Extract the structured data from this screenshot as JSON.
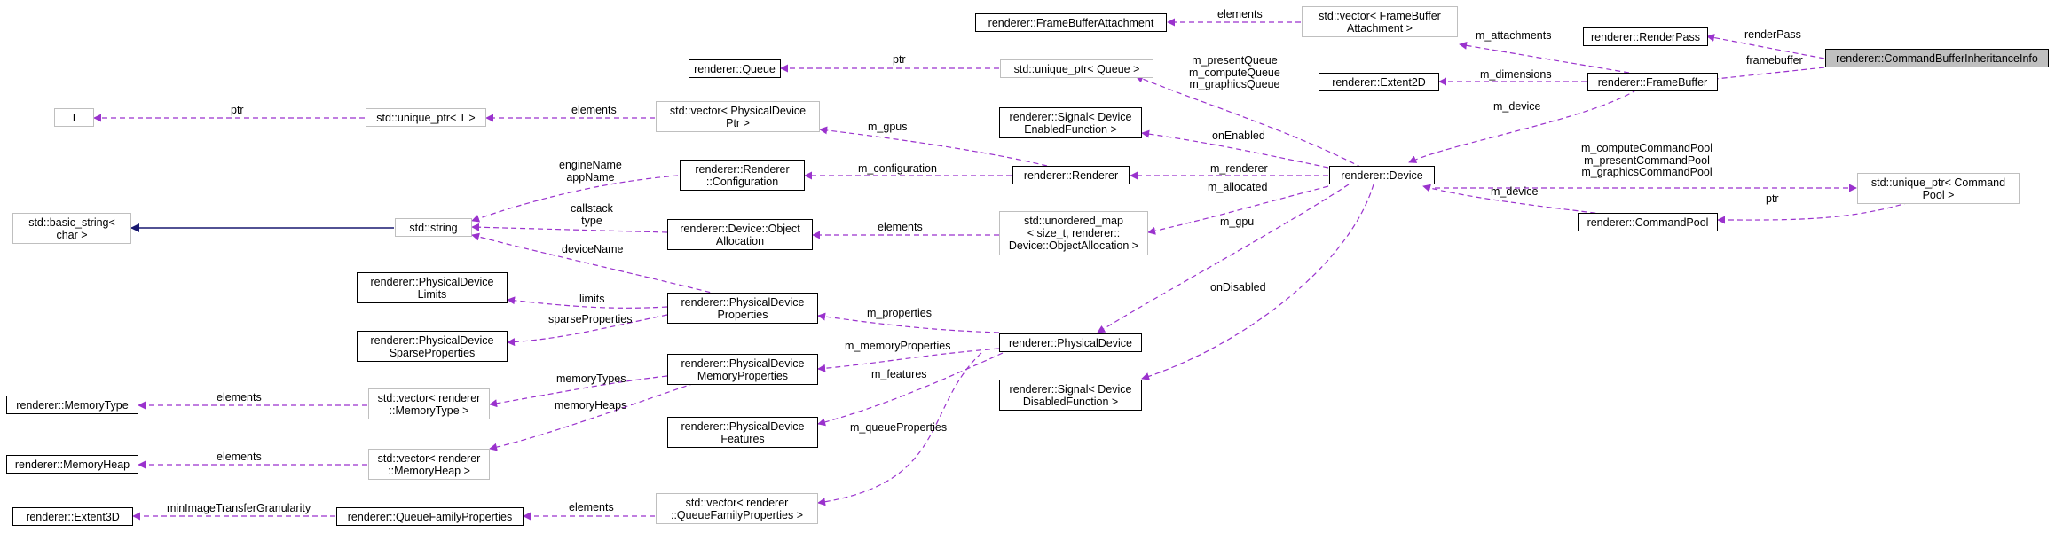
{
  "colors": {
    "usage_edge": "#9a32cd",
    "inherit_edge": "#191970",
    "external_border": "#bfbfbf",
    "focus_fill": "#bfbfbf"
  },
  "nodes": {
    "cbii": "renderer::CommandBufferInheritanceInfo",
    "renderpass": "renderer::RenderPass",
    "framebuffer": "renderer::FrameBuffer",
    "extent2d": "renderer::Extent2D",
    "fba": "renderer::FrameBufferAttachment",
    "vec_fba": "std::vector< FrameBuffer\nAttachment >",
    "queue": "renderer::Queue",
    "up_queue": "std::unique_ptr< Queue >",
    "device": "renderer::Device",
    "sig_enabled": "renderer::Signal< Device\nEnabledFunction >",
    "sig_disabled": "renderer::Signal< Device\nDisabledFunction >",
    "renderer": "renderer::Renderer",
    "config": "renderer::Renderer\n::Configuration",
    "obj_alloc": "renderer::Device::Object\nAllocation",
    "umap": "std::unordered_map\n< size_t, renderer::\nDevice::ObjectAllocation >",
    "cmdpool": "renderer::CommandPool",
    "up_cmdpool": "std::unique_ptr< Command\nPool >",
    "physdev": "renderer::PhysicalDevice",
    "pd_props": "renderer::PhysicalDevice\nProperties",
    "pd_memprops": "renderer::PhysicalDevice\nMemoryProperties",
    "pd_features": "renderer::PhysicalDevice\nFeatures",
    "pd_limits": "renderer::PhysicalDevice\nLimits",
    "pd_sparse": "renderer::PhysicalDevice\nSparseProperties",
    "vec_pdptr": "std::vector< PhysicalDevice\nPtr >",
    "up_t": "std::unique_ptr< T >",
    "t": "T",
    "stdstring": "std::string",
    "basic_string": "std::basic_string<\nchar >",
    "vec_memtype": "std::vector< renderer\n::MemoryType >",
    "vec_memheap": "std::vector< renderer\n::MemoryHeap >",
    "memtype": "renderer::MemoryType",
    "memheap": "renderer::MemoryHeap",
    "qfp": "renderer::QueueFamilyProperties",
    "vec_qfp": "std::vector< renderer\n::QueueFamilyProperties >",
    "extent3d": "renderer::Extent3D"
  },
  "edges": {
    "renderPass": "renderPass",
    "framebuffer": "framebuffer",
    "m_attachments": "m_attachments",
    "elements_fba": "elements",
    "m_dimensions": "m_dimensions",
    "m_device_fb": "m_device",
    "m_device_cp": "m_device",
    "ptr_queue": "ptr",
    "queues": "m_presentQueue\nm_computeQueue\nm_graphicsQueue",
    "onEnabled": "onEnabled",
    "onDisabled": "onDisabled",
    "m_renderer": "m_renderer",
    "m_allocated": "m_allocated",
    "m_gpu": "m_gpu",
    "cmdpools": "m_computeCommandPool\nm_presentCommandPool\nm_graphicsCommandPool",
    "ptr_cmdpool": "ptr",
    "m_configuration": "m_configuration",
    "m_gpus": "m_gpus",
    "elements_pd": "elements",
    "ptr_t": "ptr",
    "engineName": "engineName\nappName",
    "callstack": "callstack\ntype",
    "elements_alloc": "elements",
    "deviceName": "deviceName",
    "limits": "limits",
    "sparseProperties": "sparseProperties",
    "m_properties": "m_properties",
    "m_memoryProperties": "m_memoryProperties",
    "m_features": "m_features",
    "m_queueProperties": "m_queueProperties",
    "memoryTypes": "memoryTypes",
    "memoryHeaps": "memoryHeaps",
    "elements_mt": "elements",
    "elements_mh": "elements",
    "elements_qfp": "elements",
    "minImage": "minImageTransferGranularity"
  }
}
